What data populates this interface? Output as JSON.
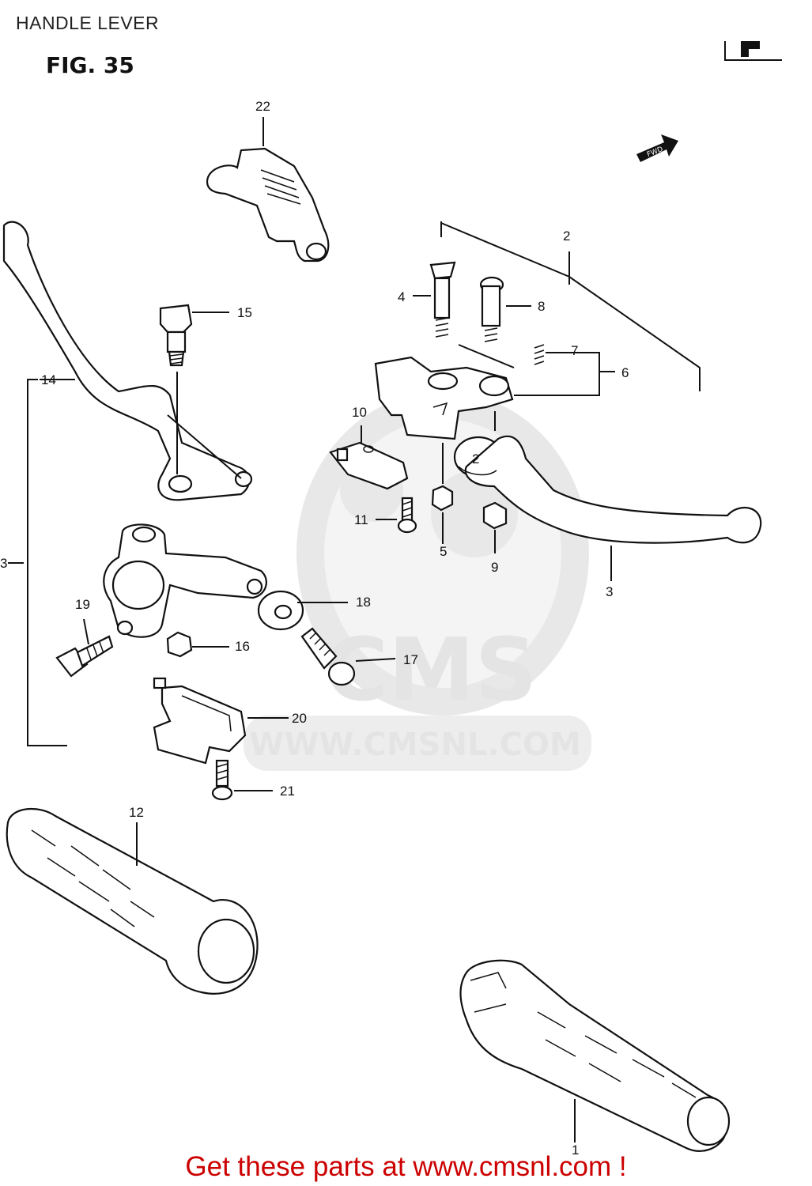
{
  "header": {
    "title": "HANDLE LEVER",
    "figure": "FIG. 35"
  },
  "fwd_badge": "FWD",
  "watermark": {
    "brand": "CMS",
    "url": "WWW.CMSNL.COM"
  },
  "parts": [
    "1",
    "2",
    "3",
    "4",
    "5",
    "6",
    "7",
    "8",
    "9",
    "10",
    "11",
    "12",
    "14",
    "15",
    "16",
    "17",
    "18",
    "19",
    "20",
    "21",
    "22"
  ],
  "callouts": {
    "p1": "1",
    "p2": "2",
    "p2b": "2",
    "p3": "3",
    "p3b": "3",
    "p4": "4",
    "p5": "5",
    "p6": "6",
    "p7": "7",
    "p8": "8",
    "p9": "9",
    "p10": "10",
    "p11": "11",
    "p12": "12",
    "p14": "14",
    "p15": "15",
    "p16": "16",
    "p17": "17",
    "p18": "18",
    "p19": "19",
    "p20": "20",
    "p21": "21",
    "p22": "22"
  },
  "footer": {
    "text": "Get these parts at www.cmsnl.com !"
  },
  "colors": {
    "footer": "#cc0000",
    "line": "#111111",
    "watermark": "#e2e2e2"
  }
}
